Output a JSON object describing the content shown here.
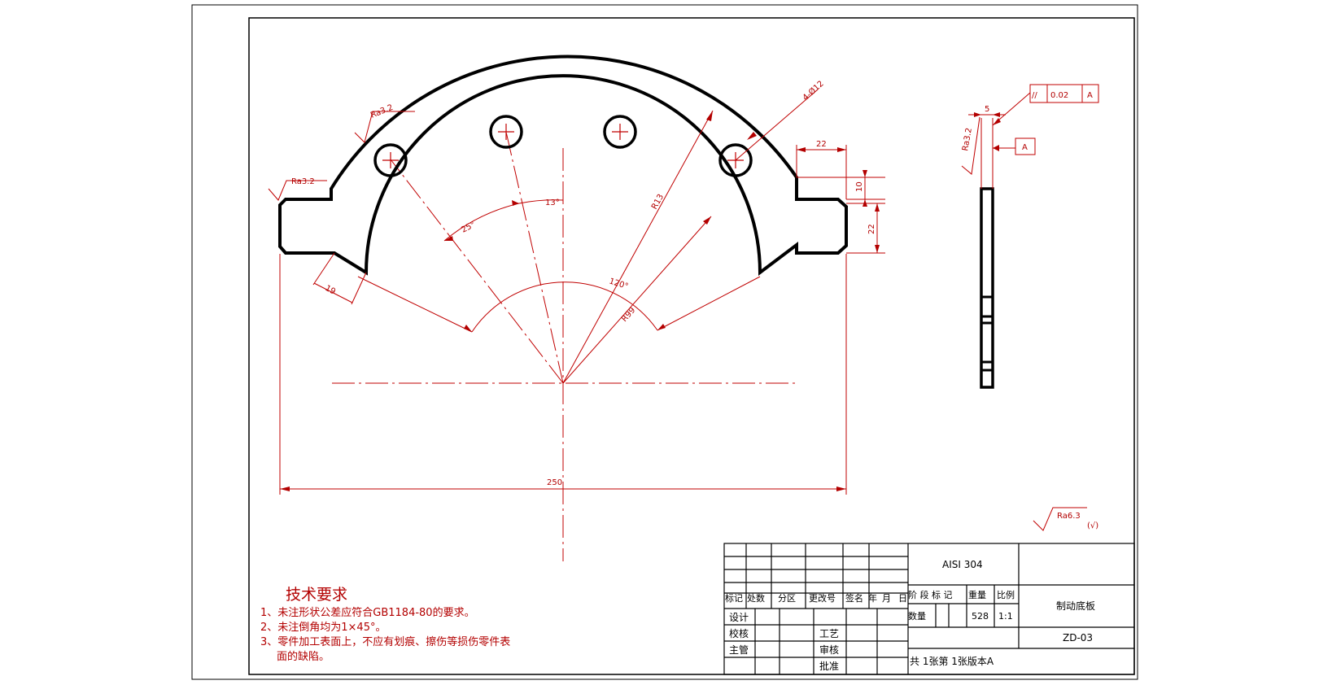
{
  "roughness": {
    "top_arc": "Ra3.2",
    "left_tab": "Ra3.2",
    "side_view": "Ra3.2",
    "general": "Ra6.3",
    "general_suffix": "(√)"
  },
  "dimensions": {
    "holes": "4-Ø12",
    "width_overall": "250",
    "tab_len": "22",
    "tab_offset": "10",
    "tab_height": "22",
    "outer_radius": "R13",
    "inner_radius": "R99",
    "angle_25": "25°",
    "angle_13": "13°",
    "angle_120": "120°",
    "end_width": "19",
    "thickness": "5"
  },
  "tolerance": {
    "symbol": "//",
    "value": "0.02",
    "datum": "A",
    "datum_flag": "A"
  },
  "notes": {
    "title": "技术要求",
    "items": [
      "1、未注形状公差应符合GB1184-80的要求。",
      "2、未注倒角均为1×45°。",
      "3、零件加工表面上，不应有划痕、擦伤等损伤零件表",
      "面的缺陷。"
    ]
  },
  "title_block": {
    "material": "AISI 304",
    "part_name": "制动底板",
    "drawing_no": "ZD-03",
    "hdr_biaoji": "标记",
    "hdr_chushu": "处数",
    "hdr_fenqu": "分区",
    "hdr_gengai": "更改号",
    "hdr_qianming": "签名",
    "hdr_nian": "年",
    "hdr_yue": "月",
    "hdr_ri": "日",
    "sheji": "设计",
    "jiaohe": "校核",
    "zhuguan": "主管",
    "gongyi": "工艺",
    "shenhe": "审核",
    "pizhun": "批准",
    "stage_label": "阶 段 标 记",
    "weight_label": "重量",
    "scale_label": "比例",
    "qty_label": "数量",
    "weight_value": "528",
    "scale_value": "1:1",
    "sheets": "共 1张第 1张版本A"
  }
}
